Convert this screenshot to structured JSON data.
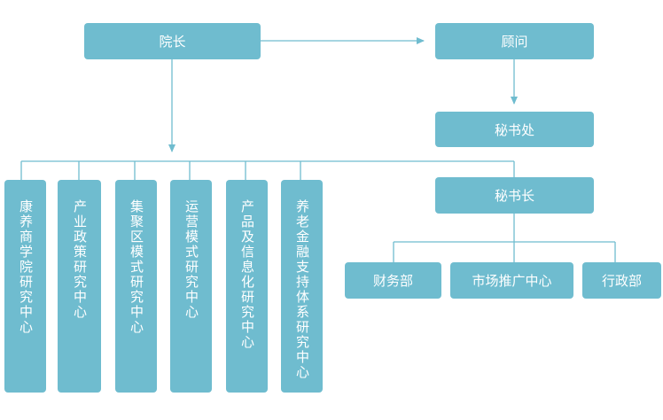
{
  "colors": {
    "node": "#6fbccf",
    "line": "#6fbccf",
    "text": "#ffffff"
  },
  "nodes": {
    "president": "院长",
    "advisor": "顾问",
    "secretariat": "秘书处",
    "secretary_general": "秘书长",
    "finance": "财务部",
    "marketing": "市场推广中心",
    "admin": "行政部"
  },
  "research_centers": [
    "康养商学院研究中心",
    "产业政策研究中心",
    "集聚区模式研究中心",
    "运营模式研究中心",
    "产品及信息化研究中心",
    "养老金融支持体系研究中心"
  ]
}
